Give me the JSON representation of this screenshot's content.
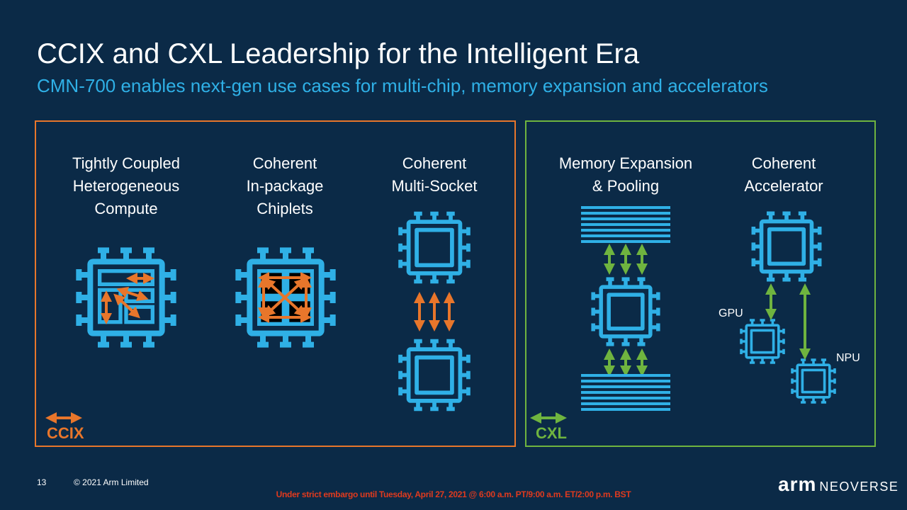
{
  "header": {
    "title": "CCIX and CXL Leadership for the Intelligent Era",
    "subtitle": "CMN-700 enables next-gen use cases for multi-chip, memory expansion and accelerators"
  },
  "ccix_section": {
    "legend": "CCIX",
    "use_cases": [
      {
        "label": "Tightly Coupled\nHeterogeneous\nCompute"
      },
      {
        "label": "Coherent\nIn-package\nChiplets"
      },
      {
        "label": "Coherent\nMulti-Socket"
      }
    ]
  },
  "cxl_section": {
    "legend": "CXL",
    "use_cases": [
      {
        "label": "Memory Expansion\n& Pooling"
      },
      {
        "label": "Coherent\nAccelerator"
      }
    ],
    "gpu_label": "GPU",
    "npu_label": "NPU"
  },
  "footer": {
    "page_number": "13",
    "copyright": "© 2021 Arm Limited",
    "embargo": "Under strict embargo until Tuesday, April 27, 2021 @ 6:00 a.m. PT/9:00 a.m. ET/2:00 p.m. BST",
    "logo_arm": "arm",
    "logo_neoverse": "NEOVERSE"
  },
  "colors": {
    "background": "#0b2a47",
    "chip": "#2fb0e6",
    "ccix": "#e8762b",
    "cxl": "#6fb43f",
    "embargo": "#e03a1e"
  },
  "icons": [
    "chip-icon",
    "memory-stack-icon",
    "bidirectional-arrow-icon"
  ]
}
